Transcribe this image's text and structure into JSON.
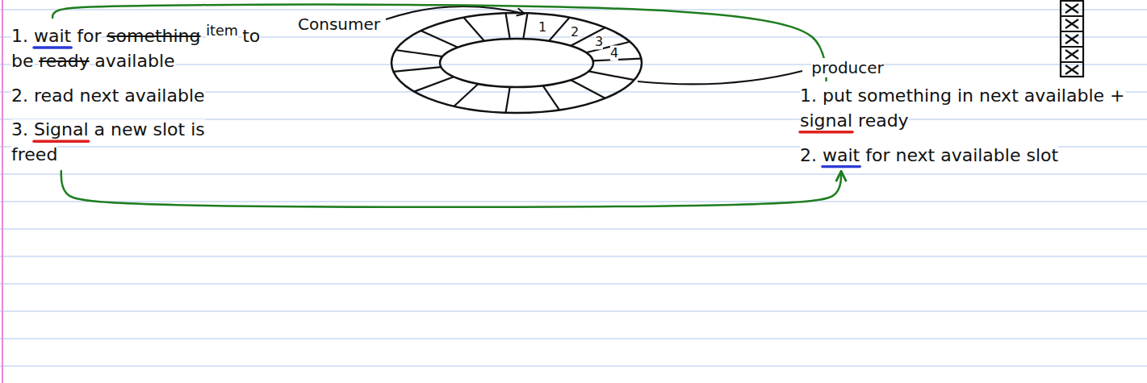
{
  "diagram": {
    "nodes": [
      {
        "text": [
          "1. wait for",
          "something",
          "item",
          "to be",
          "ready",
          "available"
        ]
      },
      {
        "text": [
          "2. read next available"
        ]
      },
      {
        "text": [
          "3. Signal a new slot is freed"
        ]
      },
      {
        "text": [
          "1. put something in next available + signal ready"
        ]
      },
      {
        "text": [
          "2. wait for next available slot"
        ]
      }
    ],
    "edges": [
      {
        "from": 3,
        "to": 0,
        "arrow": "none"
      },
      {
        "from": 2,
        "to": 4,
        "arrow": "to"
      }
    ],
    "labels": [
      "Consumer",
      "1",
      "2",
      "3",
      "4",
      "producer"
    ]
  }
}
